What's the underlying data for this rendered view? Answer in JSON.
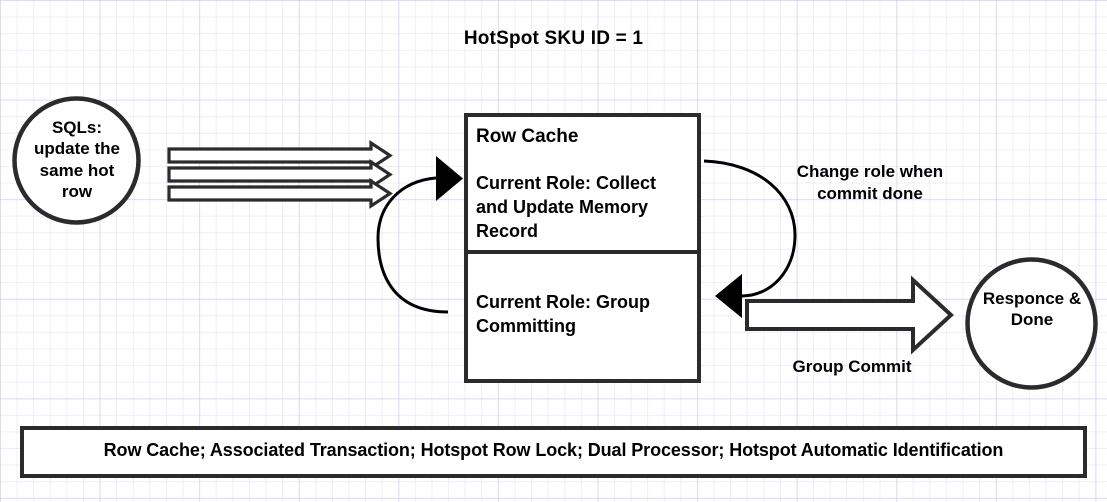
{
  "diagram": {
    "title": "HotSpot SKU ID = 1",
    "nodes": {
      "source_circle": "SQLs:\nupdate the\nsame hot\nrow",
      "result_circle": "Responce &\nDone",
      "row_cache_header": "Row Cache",
      "role_upper": "Current Role: Collect and Update Memory Record",
      "role_lower": "Current Role: Group Committing"
    },
    "edge_labels": {
      "change_role": "Change role when\ncommit done",
      "group_commit": "Group Commit"
    },
    "footer": "Row Cache; Associated Transaction; Hotspot Row Lock; Dual Processor; Hotspot Automatic Identification",
    "colors": {
      "stroke": "#2b2b2b",
      "arrow_fill": "#000000",
      "shape_fill": "#ffffff",
      "text": "#000000",
      "grid": "#cdcdf5",
      "background": "#ffffff"
    }
  }
}
